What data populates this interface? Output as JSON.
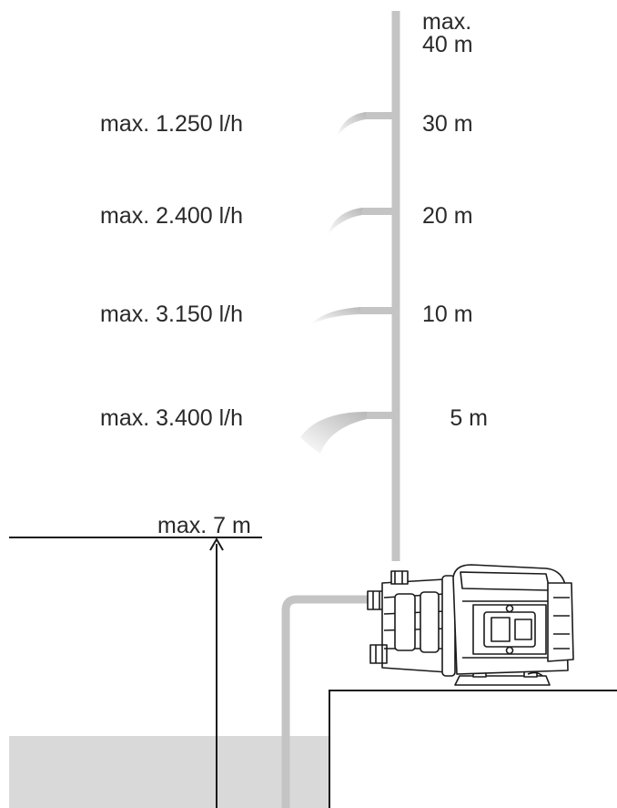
{
  "diagram": {
    "top_height": {
      "line1": "max.",
      "line2": "40 m"
    },
    "levels": [
      {
        "flow": "max. 1.250 l/h",
        "height": "30 m"
      },
      {
        "flow": "max. 2.400 l/h",
        "height": "20 m"
      },
      {
        "flow": "max. 3.150 l/h",
        "height": "10 m"
      },
      {
        "flow": "max. 3.400 l/h",
        "height": "5 m"
      }
    ],
    "suction_height": "max. 7 m"
  }
}
